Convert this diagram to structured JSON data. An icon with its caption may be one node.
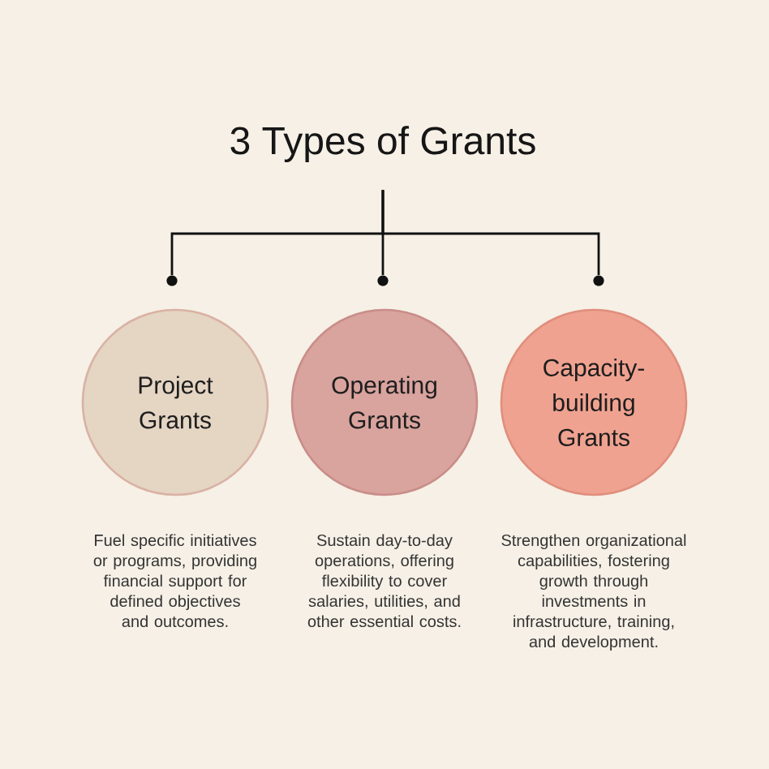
{
  "diagram": {
    "nodes": [
      {
        "text": [
          "3 Types of Grants"
        ]
      },
      {
        "text": [
          "Project Grants"
        ],
        "beside": [
          "Fuel specific initiatives or programs, providing financial support for defined objectives and outcomes."
        ]
      },
      {
        "text": [
          "Operating Grants"
        ],
        "beside": [
          "Sustain day-to-day operations, offering flexibility to cover salaries, utilities, and other essential costs."
        ]
      },
      {
        "text": [
          "Capacity-building Grants"
        ],
        "beside": [
          "Strengthen organizational capabilities, fostering growth through investments in infrastructure, training, and development."
        ]
      },
      {
        "text": [],
        "shape": "circle"
      },
      {
        "text": [],
        "shape": "circle"
      },
      {
        "text": [],
        "shape": "circle"
      }
    ],
    "edges": [
      {
        "from": 0,
        "to": 4,
        "arrow": "none"
      },
      {
        "from": 0,
        "to": 5,
        "arrow": "none"
      },
      {
        "from": 0,
        "to": 6,
        "arrow": "none"
      }
    ]
  }
}
